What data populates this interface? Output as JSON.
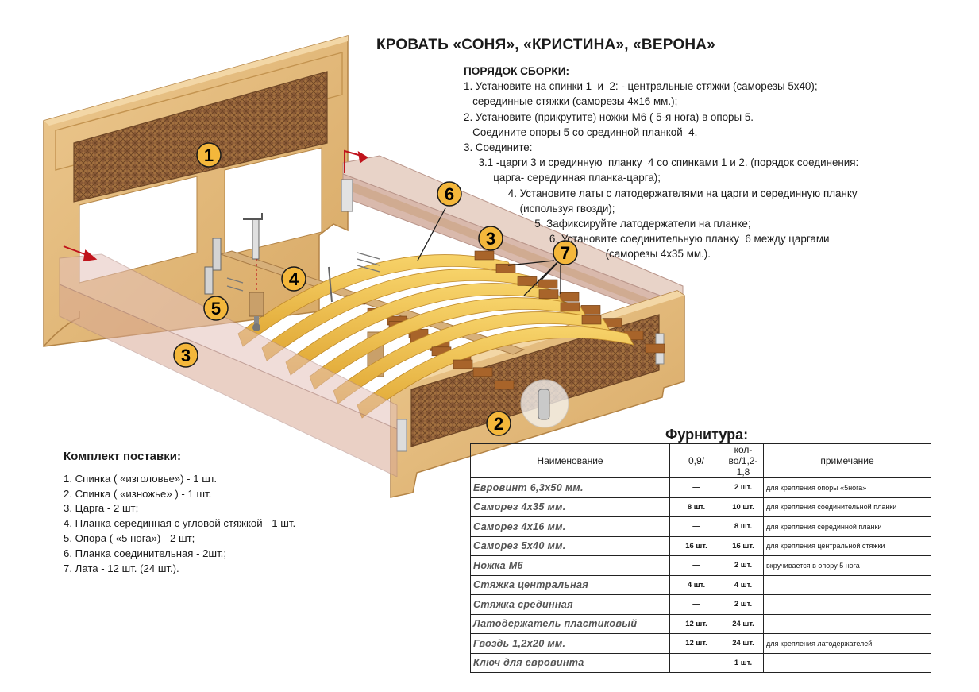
{
  "title": "КРОВАТЬ «СОНЯ», «КРИСТИНА», «ВЕРОНА»",
  "assembly": {
    "heading": "ПОРЯДОК СБОРКИ:",
    "lines": [
      "1. Установите на спинки 1  и  2: - центральные стяжки (саморезы 5х40);",
      "   серединные стяжки (саморезы 4х16 мм.);",
      "2. Установите (прикрутите) ножки М6 ( 5-я нога) в опоры 5.",
      "   Соедините опоры 5 со срединной планкой  4.",
      "3. Соедините:",
      "     3.1 -царги 3 и срединную  планку  4 со спинками 1 и 2. (порядок соединения:",
      "          царга- серединная планка-царга);",
      "               4. Установите латы с латодержателями на царги и серединную планку",
      "                   (используя гвозди);",
      "                        5. Зафиксируйте латодержатели на планке;",
      "                             6. Установите соединительную планку  6 между царгами",
      "                                                (саморезы 4х35 мм.)."
    ]
  },
  "callouts": [
    "1",
    "2",
    "3",
    "3",
    "4",
    "5",
    "6",
    "7"
  ],
  "kit": {
    "heading": "Комплект поставки:",
    "items": [
      "1. Спинка ( «изголовье») - 1 шт.",
      "2. Спинка ( «изножье» ) - 1 шт.",
      "3. Царга - 2 шт;",
      "4. Планка серединная с угловой стяжкой - 1 шт.",
      "5. Опора ( «5 нога») - 2 шт;",
      "6. Планка соединительная - 2шт.;",
      "7. Лата - 12 шт. (24 шт.)."
    ]
  },
  "hardware": {
    "heading": "Фурнитура:",
    "columns": [
      "Наименование",
      "0,9/",
      "кол-во/1,2-1,8",
      "примечание"
    ],
    "rows": [
      {
        "name": "Евровинт  6,3х50 мм.",
        "q1": "—",
        "q2": "2 шт.",
        "note": "для крепления опоры «5нога»"
      },
      {
        "name": "Саморез  4х35 мм.",
        "q1": "8 шт.",
        "q2": "10 шт.",
        "note": "для крепления соединительной планки"
      },
      {
        "name": "Саморез 4х16 мм.",
        "q1": "—",
        "q2": "8 шт.",
        "note": "для крепления серединной планки"
      },
      {
        "name": "Саморез 5х40 мм.",
        "q1": "16 шт.",
        "q2": "16 шт.",
        "note": "для крепления центральной стяжки"
      },
      {
        "name": "Ножка М6",
        "q1": "—",
        "q2": "2 шт.",
        "note": "вкручивается в опору 5 нога"
      },
      {
        "name": "Стяжка  центральная",
        "q1": "4 шт.",
        "q2": "4 шт.",
        "note": ""
      },
      {
        "name": "Стяжка  срединная",
        "q1": "—",
        "q2": "2 шт.",
        "note": ""
      },
      {
        "name": "Латодержатель пластиковый",
        "q1": "12 шт.",
        "q2": "24 шт.",
        "note": ""
      },
      {
        "name": "Гвоздь 1,2х20 мм.",
        "q1": "12 шт.",
        "q2": "24 шт.",
        "note": "для крепления латодержателей"
      },
      {
        "name": "Ключ для евровинта",
        "q1": "—",
        "q2": "1 шт.",
        "note": ""
      }
    ]
  },
  "colors": {
    "wood": "#e6bf82",
    "wood_dark": "#c99a58",
    "rattan": "#8a5a36",
    "slat": "#f1c04a",
    "holder": "#a8642a",
    "callout_fill": "#f4b73b",
    "arrow": "#c0141c",
    "rail": "#d9aa96"
  }
}
